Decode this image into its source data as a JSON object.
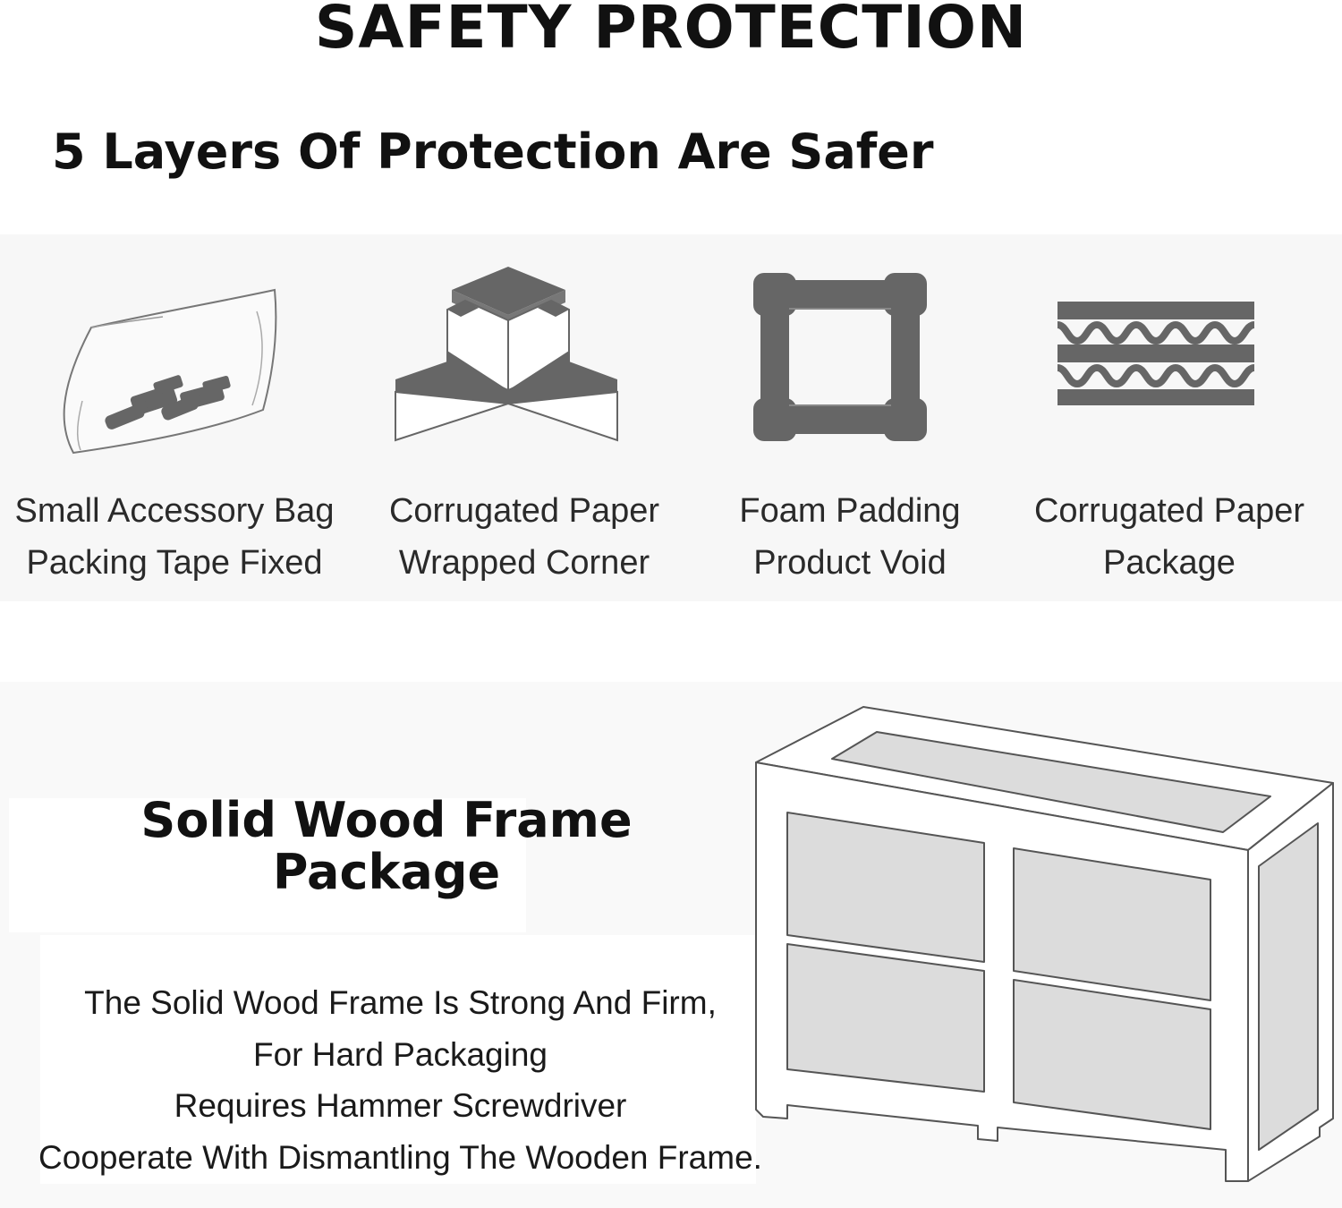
{
  "header": {
    "title": "SAFETY PROTECTION",
    "subtitle": "5 Layers Of Protection Are Safer"
  },
  "layers": [
    {
      "icon": "accessory-bag-icon",
      "line1": "Small Accessory Bag",
      "line2": "Packing Tape Fixed"
    },
    {
      "icon": "corner-protector-icon",
      "line1": "Corrugated Paper",
      "line2": "Wrapped Corner"
    },
    {
      "icon": "foam-frame-icon",
      "line1": "Foam Padding",
      "line2": "Product Void"
    },
    {
      "icon": "corrugated-paper-icon",
      "line1": "Corrugated Paper",
      "line2": "Package"
    }
  ],
  "wood_frame": {
    "title_line1": "Solid Wood Frame",
    "title_line2": "Package",
    "desc": [
      "The Solid Wood Frame Is Strong And Firm,",
      "For Hard Packaging",
      "Requires Hammer Screwdriver",
      "Cooperate With Dismantling The Wooden Frame."
    ],
    "illustration": "wooden-crate-icon"
  },
  "colors": {
    "icon_fill": "#666666",
    "panel_fill": "#dcdcdc",
    "outline": "#555555"
  }
}
